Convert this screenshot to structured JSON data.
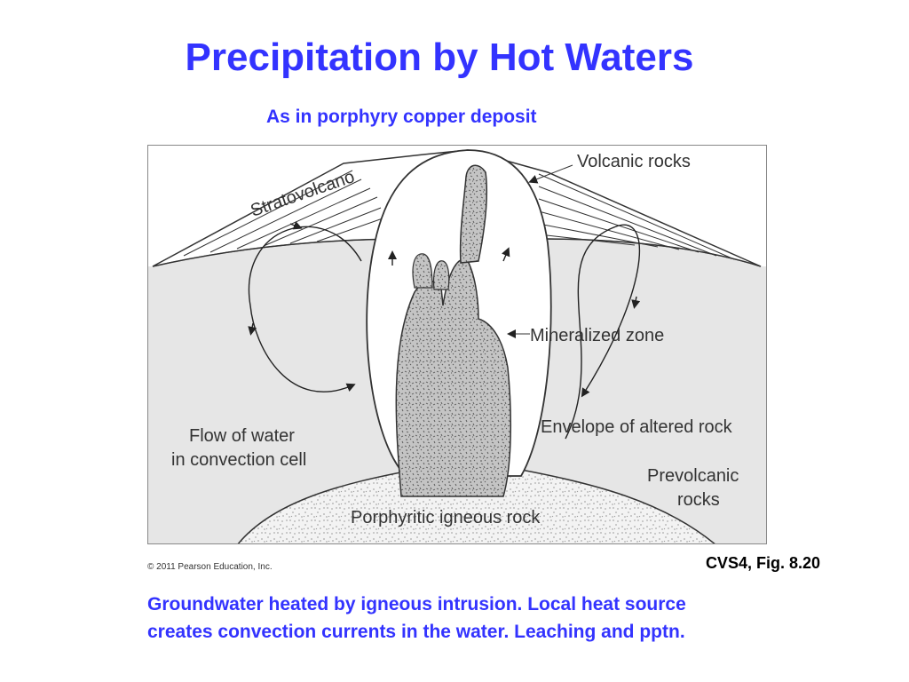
{
  "slide": {
    "title": "Precipitation by Hot Waters",
    "subtitle": "As in porphyry copper deposit",
    "copyright": "© 2011 Pearson Education, Inc.",
    "figure_ref": "CVS4, Fig. 8.20",
    "caption_lines": [
      "Groundwater heated by igneous intrusion.  Local heat source",
      "creates convection currents in the water.  Leaching and pptn."
    ],
    "colors": {
      "title": "#3333ff",
      "ground": "#e6e6e6",
      "envelope": "#ffffff",
      "outline": "#333333"
    }
  },
  "diagram": {
    "labels": {
      "stratovolcano": "Stratovolcano",
      "volcanic_rocks": "Volcanic rocks",
      "mineralized_zone": "Mineralized zone",
      "envelope": "Envelope of altered rock",
      "flow_line1": "Flow of water",
      "flow_line2": "in convection cell",
      "prevolcanic_line1": "Prevolcanic",
      "prevolcanic_line2": "rocks",
      "porphyritic": "Porphyritic igneous rock"
    }
  }
}
